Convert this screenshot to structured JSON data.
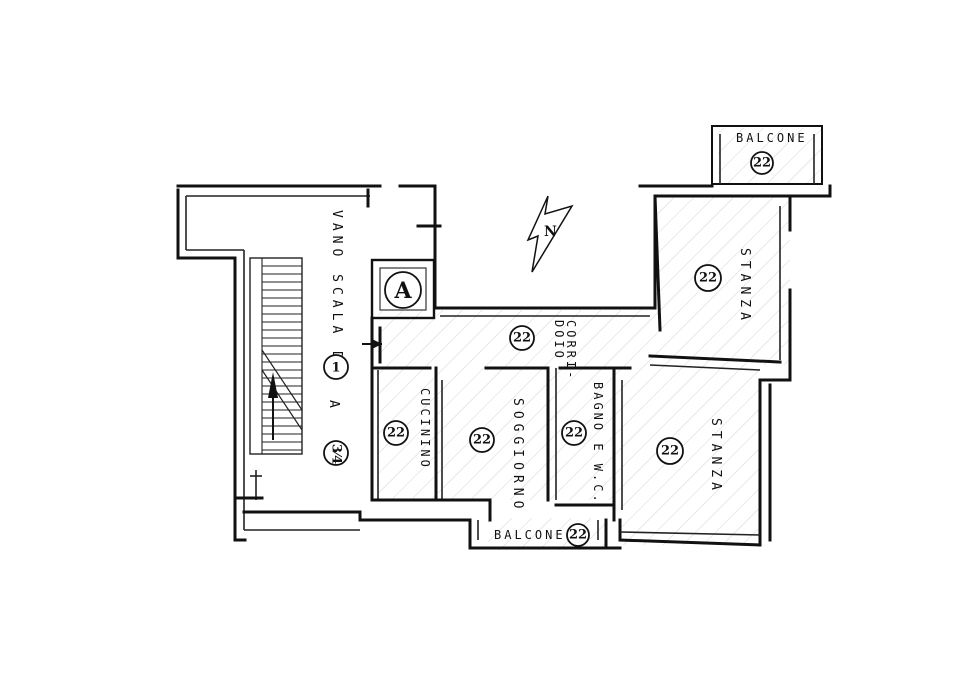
{
  "stair_label": "VANO SCALA DA",
  "stair_from": "1",
  "stair_a": "A",
  "stair_to": "3⁄4",
  "vertical_a_icon": "A",
  "north_label": "N",
  "rooms": {
    "balcone_top": {
      "label": "BALCONE",
      "badge": "22"
    },
    "stanza_top": {
      "label": "STANZA",
      "badge": "22"
    },
    "corridoio": {
      "label_line1": "CORRI-",
      "label_line2": "DOIO",
      "badge": "22"
    },
    "cucinino": {
      "label": "CUCININO",
      "badge": "22"
    },
    "soggiorno": {
      "label": "SOGGIORNO",
      "badge": "22"
    },
    "bagno": {
      "label": "BAGNO E W.C.",
      "badge": "22"
    },
    "stanza_bottom": {
      "label": "STANZA",
      "badge": "22"
    },
    "balcone_bottom": {
      "label": "BALCONE",
      "badge": "22"
    }
  }
}
